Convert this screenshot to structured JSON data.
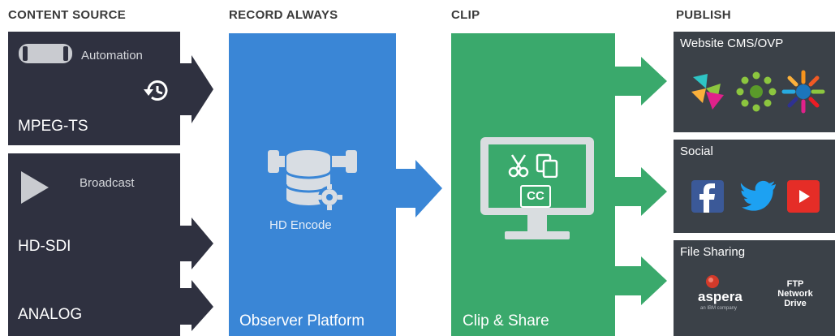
{
  "headers": {
    "content_source": "CONTENT SOURCE",
    "record_always": "RECORD ALWAYS",
    "clip": "CLIP",
    "publish": "PUBLISH"
  },
  "content_source": {
    "mpeg_box": {
      "automation_label": "Automation",
      "main_label": "MPEG-TS"
    },
    "broadcast_box": {
      "broadcast_label": "Broadcast",
      "hd_sdi_label": "HD-SDI",
      "analog_label": "ANALOG"
    }
  },
  "record": {
    "encode_label": "HD Encode",
    "platform_label": "Observer Platform"
  },
  "clip": {
    "cc_label": "CC",
    "share_label": "Clip & Share"
  },
  "publish": {
    "cms": {
      "title": "Website CMS/OVP"
    },
    "social": {
      "title": "Social"
    },
    "file_sharing": {
      "title": "File Sharing",
      "aspera_label": "aspera",
      "aspera_sub": "an IBM company",
      "ftp_lines": [
        "FTP",
        "Network",
        "Drive"
      ]
    }
  },
  "colors": {
    "dark_box": "#2f3140",
    "blue": "#3a86d6",
    "green": "#3aa96c",
    "publish_box": "#3b4148",
    "facebook": "#3b5998",
    "twitter": "#1da1f2",
    "youtube": "#e52d27"
  },
  "icons": [
    "tape-icon",
    "history-icon",
    "play-icon",
    "database-gear-icon",
    "monitor-icon",
    "scissors-icon",
    "copy-icon",
    "cc-icon",
    "facebook-icon",
    "twitter-icon",
    "youtube-icon",
    "aspera-logo"
  ]
}
